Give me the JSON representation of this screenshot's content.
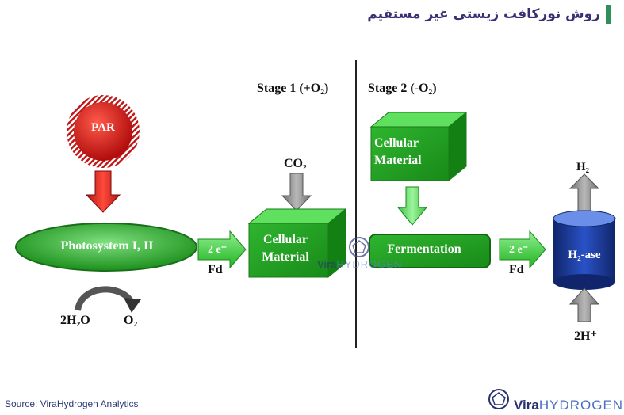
{
  "title": "روش نورکافت زیستی غیر مستقیم",
  "stage1": "Stage 1 (+O₂)",
  "stage2": "Stage 2 (-O₂)",
  "par": "PAR",
  "photosystem": "Photosystem I, II",
  "water_in": "2H₂O",
  "oxygen_out": "O₂",
  "electrons_1": "2 e⁻",
  "fd_1": "Fd",
  "co2": "CO₂",
  "cellular_material_1": "Cellular Material",
  "cellular_material_2": "Cellular Material",
  "fermentation": "Fermentation",
  "electrons_2": "2 e⁻",
  "fd_2": "Fd",
  "h2": "H₂",
  "h2ase": "H₂-ase",
  "protons": "2H⁺",
  "source": "Source: ViraHydrogen Analytics",
  "logo": {
    "vira": "Vira",
    "hydrogen": "HYDROGEN"
  },
  "colors": {
    "green": "#1f9e1f",
    "red": "#d42020",
    "navy": "#1a3a8f",
    "gray": "#8a8a8a"
  }
}
